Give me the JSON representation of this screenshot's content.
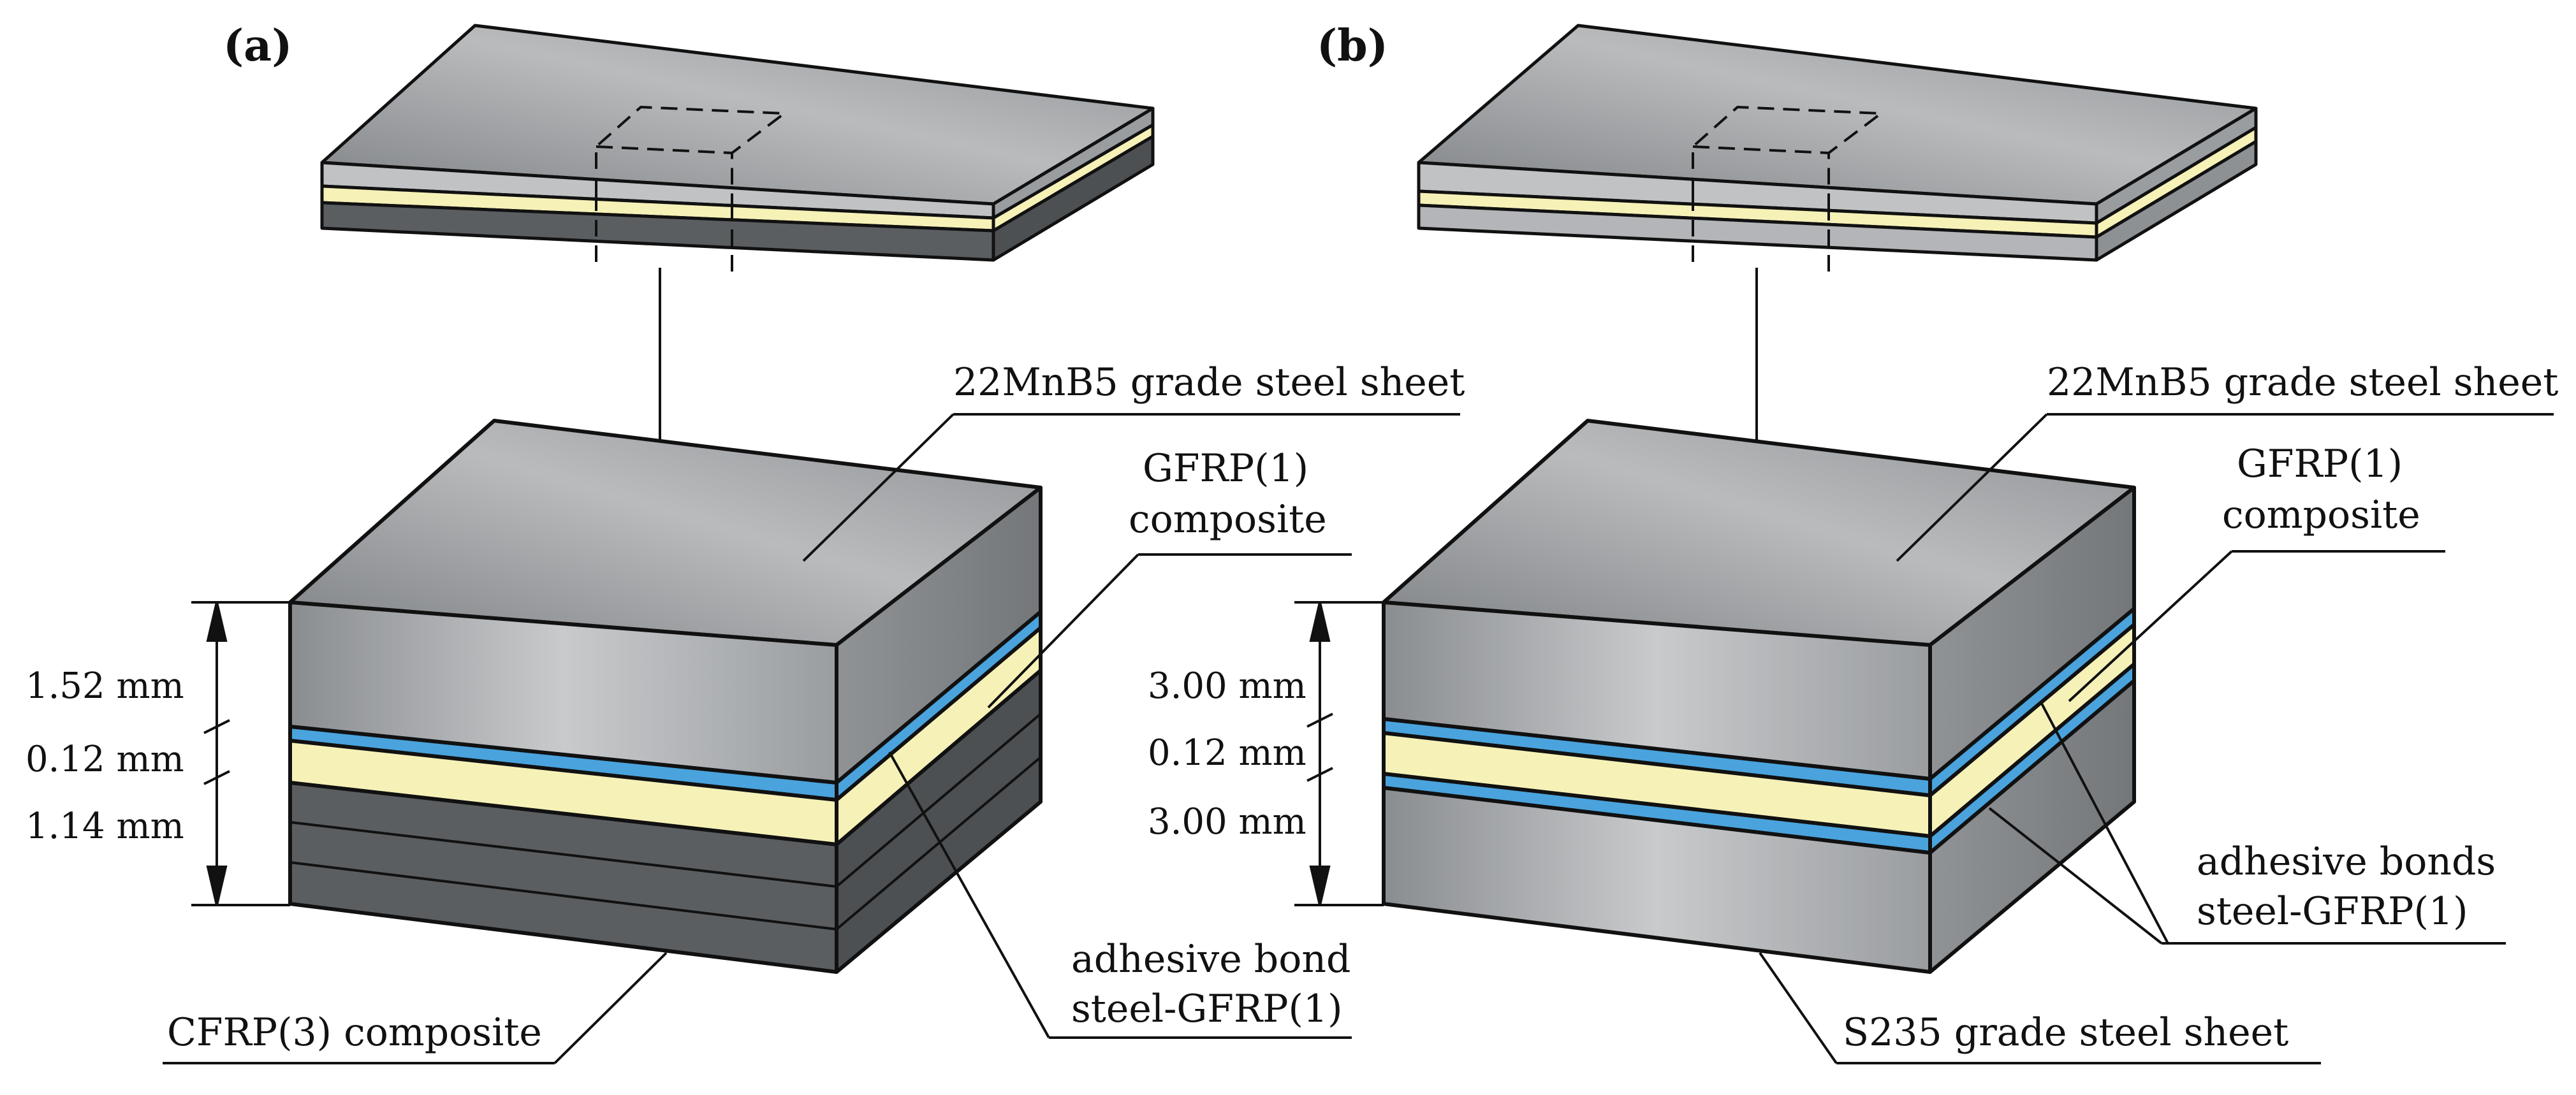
{
  "panels": [
    {
      "id": "a",
      "label": "(a)",
      "dims": [
        "1.52 mm",
        "0.12 mm",
        "1.14 mm"
      ],
      "labels": {
        "top_sheet": "22MnB5 grade steel sheet",
        "core": [
          "GFRP(1)",
          "composite"
        ],
        "bond": [
          "adhesive bond",
          "steel-GFRP(1)"
        ],
        "bottom": "CFRP(3) composite"
      }
    },
    {
      "id": "b",
      "label": "(b)",
      "dims": [
        "3.00 mm",
        "0.12 mm",
        "3.00 mm"
      ],
      "labels": {
        "top_sheet": "22MnB5 grade steel sheet",
        "core": [
          "GFRP(1)",
          "composite"
        ],
        "bond": [
          "adhesive bonds",
          "steel-GFRP(1)"
        ],
        "bottom": "S235 grade steel sheet"
      }
    }
  ],
  "colors": {
    "steel_light": "#c4c6c8",
    "steel_dark": "#8c8f92",
    "cfrp": "#5b5e61",
    "gfrp": "#f6f1b7",
    "adhesive": "#4aa3dc",
    "outline": "#111111"
  }
}
